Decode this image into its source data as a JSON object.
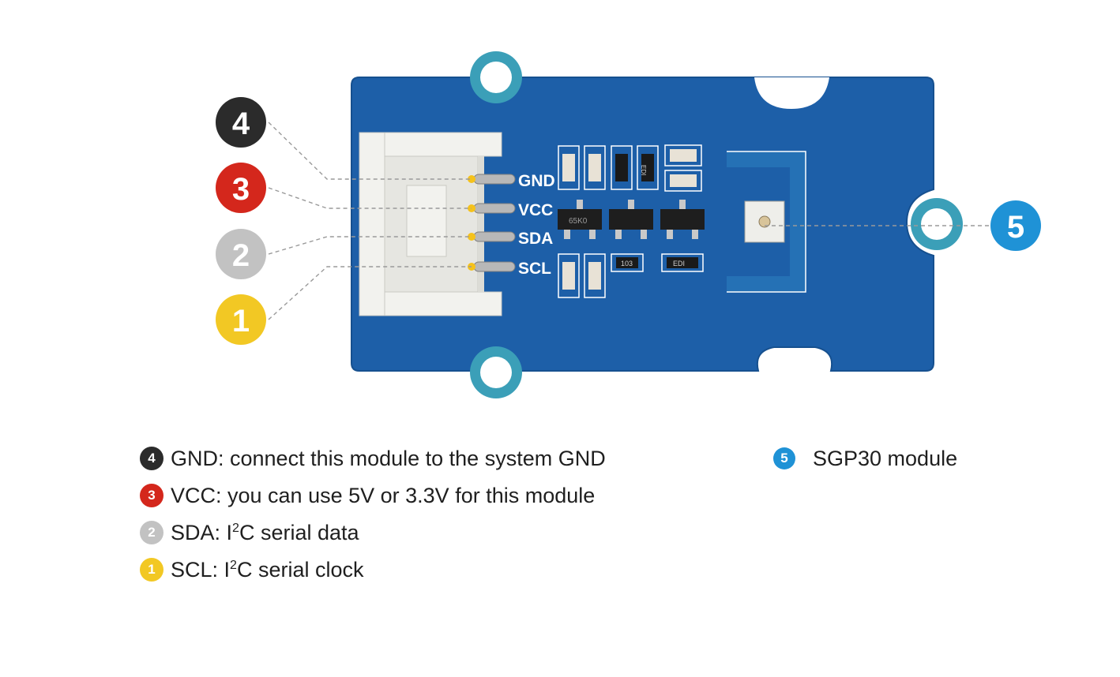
{
  "badges": {
    "gnd": {
      "num": "4",
      "color": "#2b2b2b"
    },
    "vcc": {
      "num": "3",
      "color": "#d4271c"
    },
    "sda": {
      "num": "2",
      "color": "#c2c2c2"
    },
    "scl": {
      "num": "1",
      "color": "#f2c824"
    },
    "sgp": {
      "num": "5",
      "color": "#1f92d6"
    }
  },
  "pins": {
    "gnd": "GND",
    "vcc": "VCC",
    "sda": "SDA",
    "scl": "SCL"
  },
  "board_marks": {
    "r1": "65K0",
    "r2": "103",
    "r3": "EDI",
    "r4": "EDI"
  },
  "legend": {
    "gnd": {
      "text": "GND: connect this module to the system GND"
    },
    "vcc": {
      "text": "VCC: you can use 5V or 3.3V for this module"
    },
    "sda": {
      "prefix": "SDA: I",
      "sup": "2",
      "suffix": "C serial data"
    },
    "scl": {
      "prefix": "SCL: I",
      "sup": "2",
      "suffix": "C serial clock"
    },
    "sgp": {
      "text": "SGP30 module"
    }
  },
  "colors": {
    "pcb": "#1d5fa8",
    "pcb_edge": "#16508f",
    "mount_ring": "#3b9fb8",
    "connector": "#f2f2ee",
    "silk": "#ffffff",
    "leader": "#9a9a9a"
  }
}
